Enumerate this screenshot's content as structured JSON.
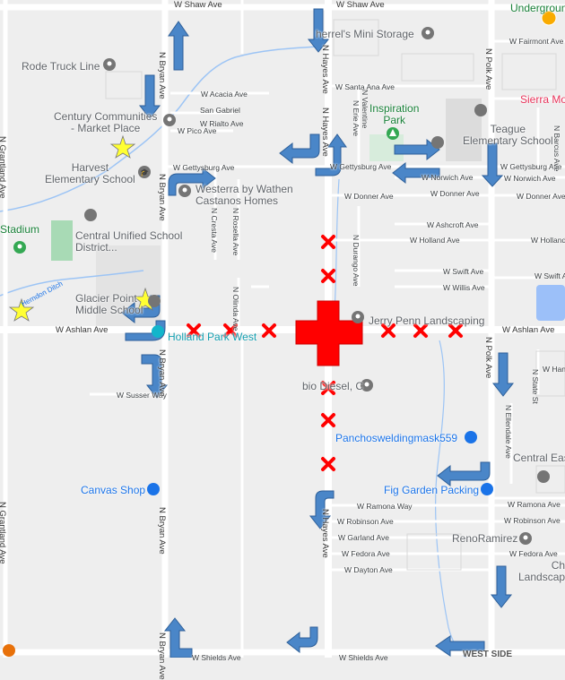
{
  "map": {
    "colors": {
      "land": "#eeeeee",
      "road": "#ffffff",
      "water_line": "#9cc4f5",
      "park": "#a8dab5",
      "arrow": "#4a86c8",
      "cross": "#ff0000",
      "star": "#ffff33"
    },
    "streets": {
      "shaw_left": "W Shaw Ave",
      "shaw_right": "W Shaw Ave",
      "fairmont": "W Fairmont Ave",
      "santa_ana": "W Santa Ana Ave",
      "acacia": "W Acacia Ave",
      "san_gabriel": "San Gabriel",
      "rialto": "W Rialto Ave",
      "pico": "W Pico Ave",
      "gettysburg_left": "W Gettysburg Ave",
      "gettysburg_mid": "W Gettysburg Ave",
      "gettysburg_right": "W Gettysburg Ave",
      "norwich_mid": "W Norwich Ave",
      "norwich_right": "W Norwich Ave",
      "donner_mid": "W Donner Ave",
      "donner_mid2": "W Donner Ave",
      "donner_right": "W Donner Ave",
      "ashcroft": "W Ashcroft Ave",
      "holland_mid": "W Holland Ave",
      "holland_right": "W Holland Ave",
      "swift_mid": "W Swift Ave",
      "swift_right": "W Swift Av",
      "willis": "W Willis Ave",
      "ashlan_left": "W Ashlan Ave",
      "ashlan_right": "W Ashlan Ave",
      "susser": "W Susser Way",
      "ramona_mid": "W Ramona Way",
      "ramona_right": "W Ramona Ave",
      "robinson_mid": "W Robinson Ave",
      "robinson_right": "W Robinson Ave",
      "garland": "W Garland Ave",
      "fedora_mid": "W Fedora Ave",
      "fedora_right": "W Fedora Ave",
      "dayton": "W Dayton Ave",
      "shields_mid": "W Shields Ave",
      "shields_right": "W Shields Ave",
      "west_side": "WEST SIDE",
      "h_label": "W Han",
      "bryan_top": "N Bryan Ave",
      "bryan_mid": "N Bryan Ave",
      "bryan_low": "N Bryan Ave",
      "bryan_bottom": "N Bryan Ave",
      "bryan_lower": "N Bryan Ave",
      "hayes_top": "N Hayes Ave",
      "hayes_mid": "N Hayes Ave",
      "hayes_bottom": "N Hayes Ave",
      "polk_top": "N Polk Ave",
      "polk_mid": "N Polk Ave",
      "grantland_top": "N Grantland Ave",
      "grantland_bottom": "N Grantland Ave",
      "erie": "N Erie Ave",
      "valentine": "N Valentine",
      "cresta": "N Cresta Ave",
      "rosella": "N Rosella Ave",
      "olinda": "N Olinda Ave",
      "durango": "N Durango Ave",
      "barcus": "N Barcus Ave",
      "state": "N State St",
      "ellendale": "N Ellendale Ave"
    },
    "places": {
      "underground": "Undergroun",
      "mini_storage": "herrel's Mini Storage",
      "rode_truck": "Rode Truck Line",
      "sierra": "Sierra Mo",
      "inspiration_park": "Inspiration\nPark",
      "teague_school": "Teague\nElementary School",
      "century": "Century Communities\n- Market Place",
      "harvest": "Harvest\nElementary School",
      "westerra": "Westerra by Wathen\nCastanos Homes",
      "central_unified": "Central Unified School\nDistrict...",
      "stadium": "Stadium",
      "ditch": "Herndon Ditch",
      "glacier": "Glacier Point\nMiddle School",
      "holland_park": "Holland Park West",
      "jerry_penn": "Jerry Penn Landscaping",
      "bio_diesel": "bio Diesel, C",
      "panchos": "Panchosweldingmask559",
      "central_east": "Central Eas",
      "canvas": "Canvas Shop",
      "fig_garden": "Fig Garden Packing",
      "reno": "RenoRamirez",
      "ch_landscape": "Ch\nLandscap"
    }
  }
}
